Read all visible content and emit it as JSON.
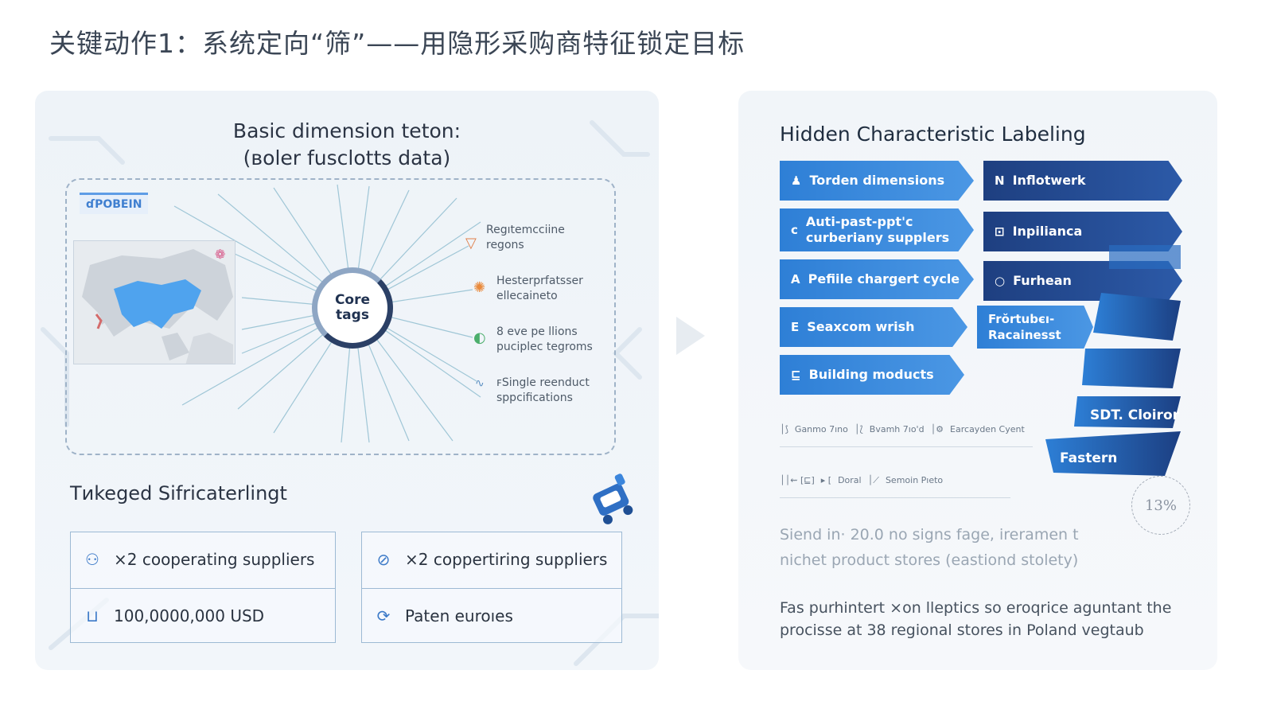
{
  "page_title": "关键动作1：系统定向“筛”——用隐形采购商特征锁定目标",
  "left": {
    "title_line1": "Basic dimension teton:",
    "title_line2": "(воler fusclotts data)",
    "europe_tag": "ɗPOBEIN",
    "core_line1": "Core",
    "core_line2": "tags",
    "right_labels": [
      {
        "line1": "Regıtemcciine",
        "line2": "regons",
        "icon": "pin-icon"
      },
      {
        "line1": "Hesterprfatsser",
        "line2": "ellecaineto",
        "icon": "gear-icon"
      },
      {
        "line1": "8 eve pe llions",
        "line2": "puciplec tegroms",
        "icon": "pie-icon"
      },
      {
        "line1": "ꜰSingle reenduct",
        "line2": "sppcifications",
        "icon": "wave-icon"
      }
    ],
    "tagged_title": "Tиkeged Sifricaterlingt",
    "stats_left": [
      {
        "icon": "people-icon",
        "text": "×2 cooperating suppliers"
      },
      {
        "icon": "basket-icon",
        "text": "100,0000,000 USD"
      }
    ],
    "stats_right": [
      {
        "icon": "check-circle-icon",
        "text": "×2 coppertiring suppliers"
      },
      {
        "icon": "refresh-icon",
        "text": "Paten euroıes"
      }
    ]
  },
  "right": {
    "title": "Hidden Characteristic Labeling",
    "left_chevrons": [
      {
        "icon": "≜",
        "line1": "Torden dimensions",
        "line2": ""
      },
      {
        "icon": "c",
        "line1": "Auti-past-ppt'c",
        "line2": "curberiany supplers"
      },
      {
        "icon": "A",
        "line1": "Pefiile chargert cycle",
        "line2": ""
      },
      {
        "icon": "E",
        "line1": "Seaxcom wrish",
        "line2": ""
      },
      {
        "icon": "⊑",
        "line1": "Building moducts",
        "line2": ""
      }
    ],
    "right_chevrons": [
      {
        "icon": "N",
        "text": "Inflotwerk"
      },
      {
        "icon": "⊡",
        "text": "Inpiliancа"
      },
      {
        "icon": "○",
        "text": "Furhean"
      }
    ],
    "mid_chevron": {
      "line1": "Frŏrtubєı-",
      "line2": "Racainesst"
    },
    "ribbon_labels": [
      "SDT. Cloiror",
      "Fastern"
    ],
    "code_row1": [
      "Ganmo 7ıno",
      "Bvamh 7ıo'd",
      "Earcayden Cyent"
    ],
    "code_row2": [
      "Doral",
      "Semoin Pıeto"
    ],
    "seal_text": "13%",
    "para1_line1": "Siend in· 20.0 no signs fage, ireramen t",
    "para1_line2": "nichet product stores (eastiond stolety)",
    "para2_line1": "Fas purhintert ×on lleptics so eroqrice aguntant the",
    "para2_line2": "procisse at 38 regional stores in Poland vegtaub"
  }
}
